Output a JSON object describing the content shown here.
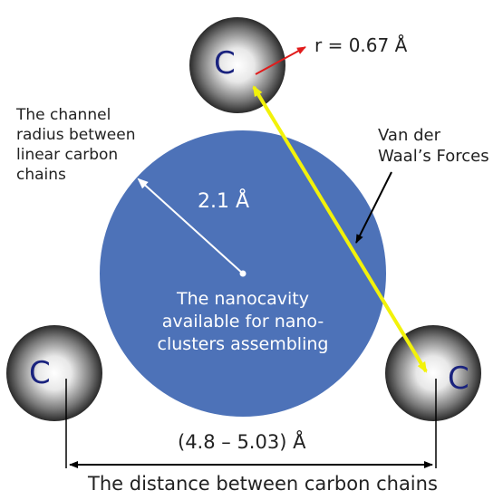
{
  "colors": {
    "cavity": "#4d72b8",
    "vdw_arrow": "#f2f20a",
    "radius_arrow": "#e11b1b",
    "atom_label": "#1a237e",
    "line": "#000000"
  },
  "atoms": [
    {
      "label": "C"
    },
    {
      "label": "C"
    },
    {
      "label": "C"
    }
  ],
  "atom_radius_label": "r = 0.67 Å",
  "cavity": {
    "radius_label": "2.1 Å",
    "text_lines": [
      "The nanocavity",
      "available for nano-",
      "clusters assembling"
    ]
  },
  "channel_label_lines": [
    "The channel",
    "radius between",
    "linear carbon",
    "chains"
  ],
  "vdw_label_lines": [
    "Van der",
    "Waal’s Forces"
  ],
  "distance_label": "(4.8 – 5.03) Å",
  "caption": "The distance between carbon chains"
}
